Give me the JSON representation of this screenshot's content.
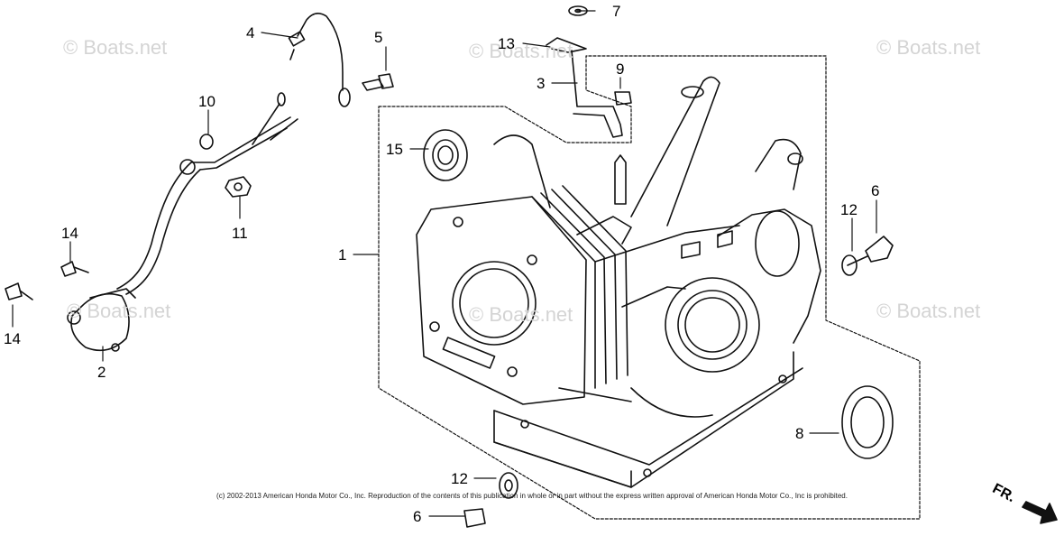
{
  "watermarks": [
    "© Boats.net",
    "© Boats.net",
    "© Boats.net",
    "© Boats.net",
    "© Boats.net",
    "© Boats.net"
  ],
  "callouts": [
    "1",
    "2",
    "3",
    "4",
    "5",
    "6",
    "6",
    "7",
    "8",
    "9",
    "10",
    "11",
    "12",
    "12",
    "13",
    "14",
    "14",
    "15"
  ],
  "copyright": "(c) 2002-2013 American Honda Motor Co., Inc. Reproduction of the contents of this publication in whole or in part without the express written approval of American Honda Motor Co., Inc is prohibited.",
  "direction_label": "FR."
}
